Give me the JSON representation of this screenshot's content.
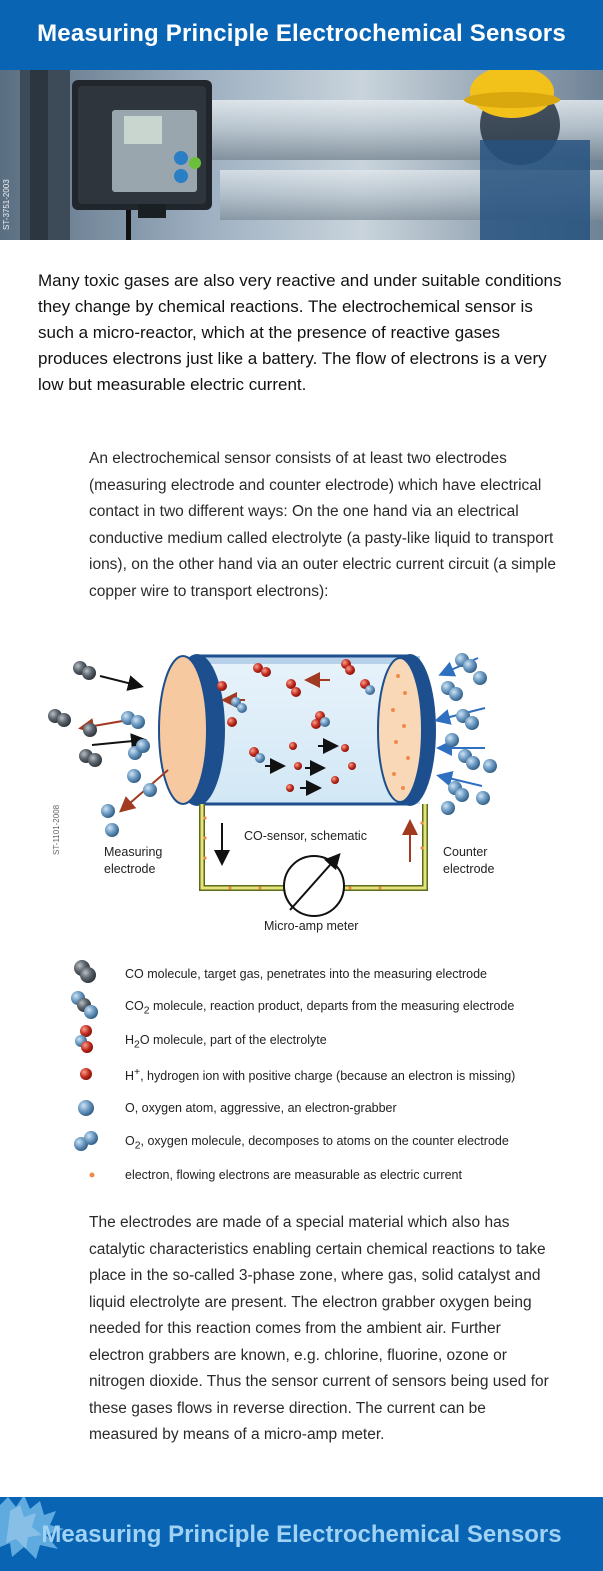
{
  "header": {
    "title": "Measuring Principle Electrochemical Sensors"
  },
  "photo": {
    "code": "ST-3751-2003"
  },
  "intro": "Many toxic gases are also very reactive and under suitable conditions they change by chemical reactions. The electrochemical sensor is such a micro-reactor, which at the presence of reactive gases produces electrons just like a battery. The flow of electrons is a very low but measurable electric current.",
  "paragraph2": "An electrochemical sensor consists of at least two electrodes (measuring electrode and counter electrode) which have electrical contact in two different ways: On the one hand via an electrical conductive medium called electrolyte (a pasty-like liquid to transport ions), on the other hand via an outer electric current circuit (a simple copper wire to transport electrons):",
  "diagram": {
    "code": "ST-1101-2008",
    "schematic_label": "CO-sensor, schematic",
    "measuring_label_1": "Measuring",
    "measuring_label_2": "electrode",
    "counter_label_1": "Counter",
    "counter_label_2": "electrode",
    "meter_label": "Micro-amp meter"
  },
  "legend": {
    "co": "CO molecule, target gas, penetrates into the measuring electrode",
    "co2_a": "CO",
    "co2_sub": "2",
    "co2_b": " molecule, reaction product, departs from the measuring electrode",
    "h2o_a": "H",
    "h2o_sub": "2",
    "h2o_b": "O molecule, part of the electrolyte",
    "h_a": "H",
    "h_sup": "+",
    "h_b": ", hydrogen ion with positive charge (because an electron is missing)",
    "o": "O, oxygen atom, aggressive, an electron-grabber",
    "o2_a": "O",
    "o2_sub": "2",
    "o2_b": ", oxygen molecule, decomposes to atoms on the counter electrode",
    "electron": "electron, flowing electrons are measurable as electric current"
  },
  "paragraph3": "The electrodes are made of a special material which also has catalytic characteristics enabling certain chemical reactions to take place in the so-called 3-phase zone, where gas, solid catalyst and liquid electrolyte are present. The electron grabber oxygen being needed for this reaction comes from the ambient air. Further electron grabbers are known, e.g. chlorine, fluorine, ozone or nitrogen dioxide. Thus the sensor current of sensors being used for these gases flows in reverse direction. The current can be measured by means of a micro-amp meter.",
  "footer": {
    "title": "Measuring Principle Electrochemical Sensors"
  },
  "colors": {
    "brand_blue": "#0a64b4",
    "footer_text": "#9fd2f3",
    "electrode_peach": "#f7c9a0",
    "cylinder_blue": "#1d4f8e"
  }
}
